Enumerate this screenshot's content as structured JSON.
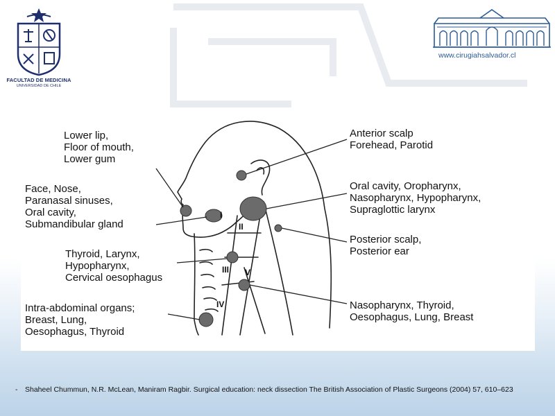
{
  "header": {
    "faculty_name": "FACULTAD DE MEDICINA",
    "university_name": "UNIVERSIDAD DE CHILE",
    "website": "www.cirugiahsalvador.cl"
  },
  "diagram": {
    "labels": {
      "lower_lip": "Lower lip,\nFloor of mouth,\nLower gum",
      "face_nose": "Face, Nose,\nParanasal sinuses,\nOral cavity,\nSubmandibular gland",
      "thyroid": "Thyroid, Larynx,\nHypopharynx,\nCervical oesophagus",
      "intra_abdominal": "Intra-abdominal organs;\nBreast, Lung,\nOesophagus, Thyroid",
      "anterior_scalp": "Anterior scalp\nForehead, Parotid",
      "oral_cavity": "Oral cavity, Oropharynx,\nNasopharynx, Hypopharynx,\nSupraglottic larynx",
      "posterior_scalp": "Posterior scalp,\nPosterior ear",
      "nasopharynx_thyroid": "Nasopharynx, Thyroid,\nOesophagus, Lung, Breast"
    },
    "levels": [
      "I",
      "II",
      "III",
      "IV",
      "V"
    ]
  },
  "citation": {
    "dash": "-",
    "text": "Shaheel Chummun, N.R. McLean, Maniram Ragbir. Surgical education: neck dissection The British Association of Plastic Surgeons (2004) 57, 610–623"
  },
  "colors": {
    "navy": "#1d2f6e",
    "link_blue": "#2a5a96",
    "node_gray": "#6b6b6b"
  }
}
